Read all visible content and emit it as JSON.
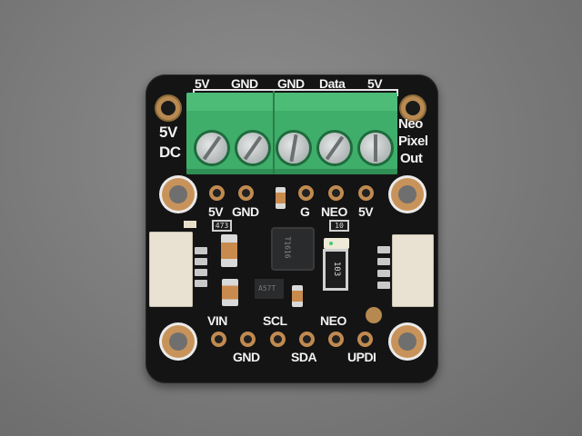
{
  "image": {
    "subject": "NeoPixel driver breakout board (PCB) on grey background",
    "board_color": "#141414",
    "terminal_block_color": "#3fae6a",
    "background_color": "#7f7f7f"
  },
  "terminal_block": {
    "labels": [
      "5V",
      "GND",
      "GND",
      "Data",
      "5V"
    ],
    "screws": 5
  },
  "left_label": {
    "line1": "5V",
    "line2": "DC"
  },
  "right_label": {
    "line1": "Neo",
    "line2": "Pixel",
    "line3": "Out"
  },
  "top_header": {
    "labels": [
      "5V",
      "GND",
      "G",
      "NEO",
      "5V"
    ],
    "pads": 5
  },
  "bottom_header": {
    "top_labels": [
      "VIN",
      "SCL",
      "NEO"
    ],
    "bottom_labels": [
      "GND",
      "SDA",
      "UPDI"
    ],
    "pads": 6
  },
  "components": {
    "resistor_left_marking": "473",
    "resistor_top_marking": "10",
    "resistor_array_marking": "103",
    "mcu_marking": "T1616",
    "regulator_marking": "A57T"
  }
}
